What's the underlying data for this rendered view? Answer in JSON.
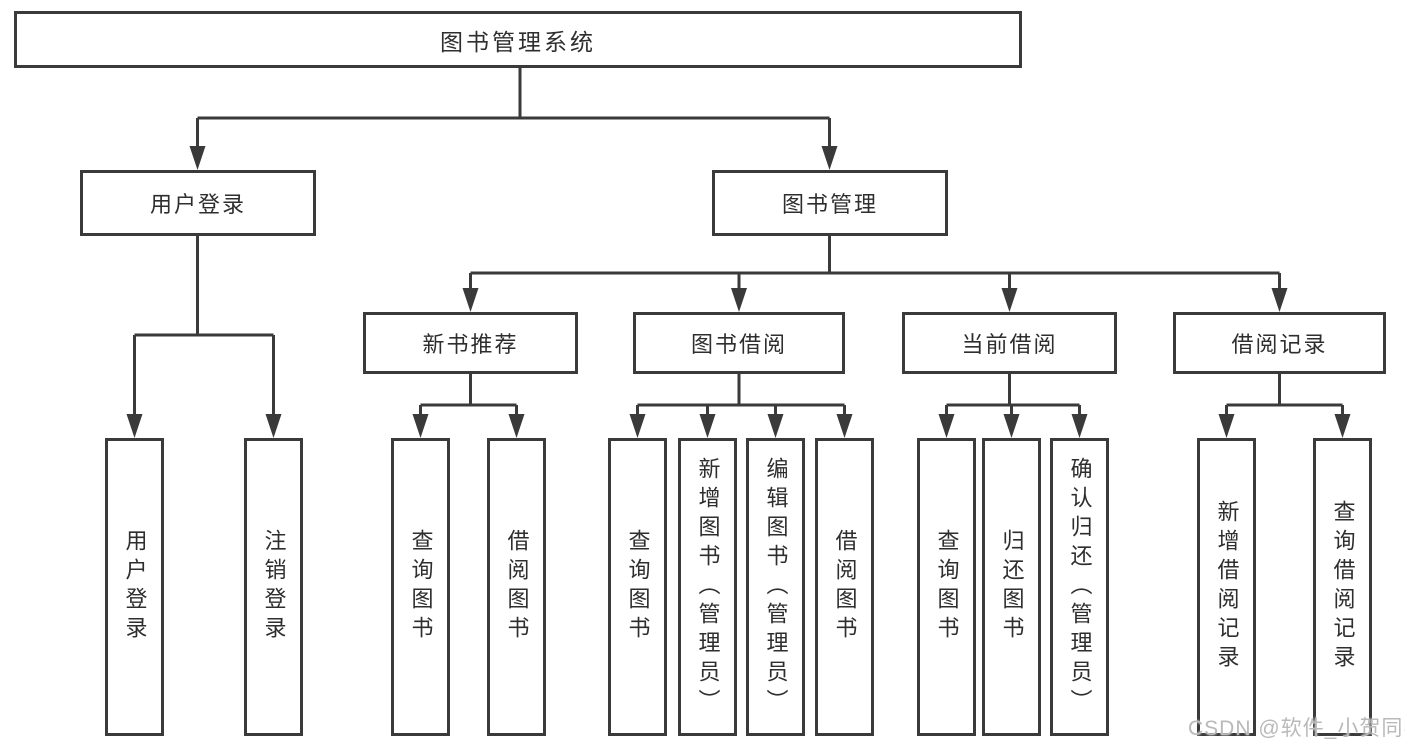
{
  "tree": {
    "root": {
      "label": "图书管理系统",
      "children": [
        {
          "label": "用户登录",
          "children": [
            {
              "label": "用户登录"
            },
            {
              "label": "注销登录"
            }
          ]
        },
        {
          "label": "图书管理",
          "children": [
            {
              "label": "新书推荐",
              "children": [
                {
                  "label": "查询图书"
                },
                {
                  "label": "借阅图书"
                }
              ]
            },
            {
              "label": "图书借阅",
              "children": [
                {
                  "label": "查询图书"
                },
                {
                  "label": "新增图书（管理员）"
                },
                {
                  "label": "编辑图书（管理员）"
                },
                {
                  "label": "借阅图书"
                }
              ]
            },
            {
              "label": "当前借阅",
              "children": [
                {
                  "label": "查询图书"
                },
                {
                  "label": "归还图书"
                },
                {
                  "label": "确认归还（管理员）"
                }
              ]
            },
            {
              "label": "借阅记录",
              "children": [
                {
                  "label": "新增借阅记录"
                },
                {
                  "label": "查询借阅记录"
                }
              ]
            }
          ]
        }
      ]
    }
  },
  "watermark": {
    "text": "CSDN @软件_小贺同学"
  },
  "colors": {
    "line": "#3a3a3a",
    "box_border": "#3a3a3a",
    "box_fill": "#ffffff",
    "text": "#2e2e2e",
    "watermark_text": "#b9b9b9",
    "background": "#ffffff"
  }
}
